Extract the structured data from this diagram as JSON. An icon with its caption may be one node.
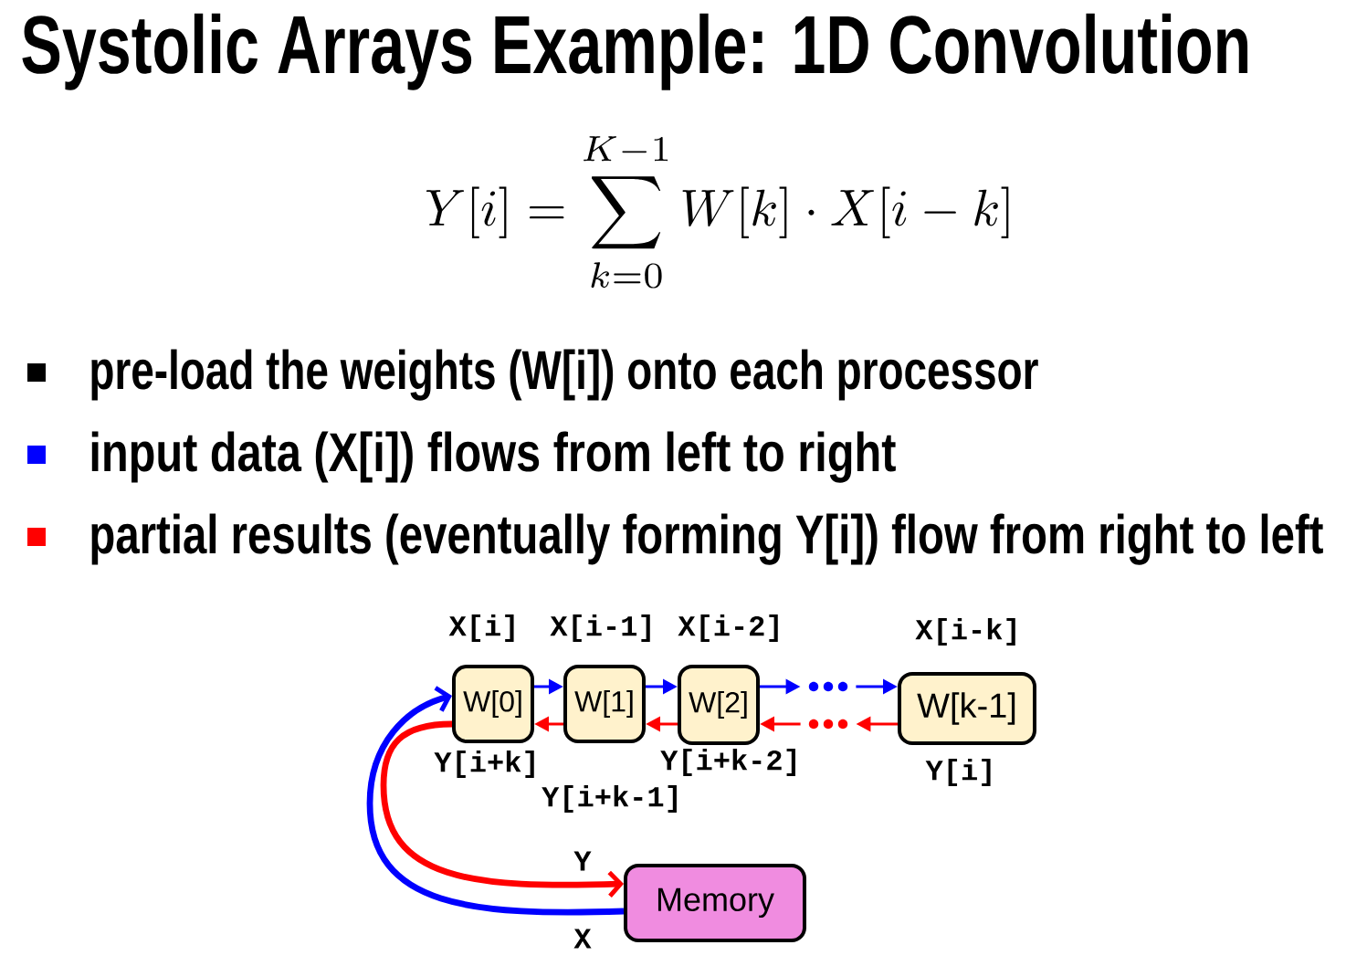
{
  "diagram": {
    "title": "Systolic Arrays Example: 1D Convolution",
    "nodes": [
      {
        "text": [
          "W[0]"
        ]
      },
      {
        "text": [
          "W[1]"
        ]
      },
      {
        "text": [
          "W[2]"
        ]
      },
      {
        "text": [
          "W[k-1]"
        ]
      },
      {
        "text": [
          "Memory"
        ]
      },
      {
        "text": [],
        "shape": "dots"
      },
      {
        "text": [],
        "shape": "dots"
      }
    ],
    "edges": [
      {
        "from": 4,
        "to": 0,
        "arrow": "to",
        "label": "X",
        "color": "#0000ff",
        "style": "thick"
      },
      {
        "from": 0,
        "to": 4,
        "arrow": "to",
        "label": "Y",
        "color": "#ff0000",
        "style": "thick"
      },
      {
        "from": 0,
        "to": 1,
        "arrow": "to",
        "color": "#0000ff"
      },
      {
        "from": 1,
        "to": 2,
        "arrow": "to",
        "color": "#0000ff"
      },
      {
        "from": 2,
        "to": 5,
        "arrow": "to",
        "color": "#0000ff"
      },
      {
        "from": 5,
        "to": 3,
        "arrow": "to",
        "color": "#0000ff"
      },
      {
        "from": 3,
        "to": 6,
        "arrow": "to",
        "color": "#ff0000"
      },
      {
        "from": 6,
        "to": 2,
        "arrow": "to",
        "color": "#ff0000"
      },
      {
        "from": 2,
        "to": 1,
        "arrow": "to",
        "color": "#ff0000"
      },
      {
        "from": 1,
        "to": 0,
        "arrow": "to",
        "color": "#ff0000"
      }
    ],
    "labels": [
      "Y[i] = \\sum_{k=0}^{K-1} W[k] \\cdot X[i-k]",
      "pre-load the weights (W[i]) onto each processor",
      "input data (X[i]) flows from left to right",
      "partial results (eventually forming Y[i]) flow from right to left",
      "X[i]",
      "X[i-1]",
      "X[i-2]",
      "X[i-k]",
      "Y[i+k]",
      "Y[i+k-2]",
      "Y[i]",
      "Y[i+k-1]"
    ]
  }
}
